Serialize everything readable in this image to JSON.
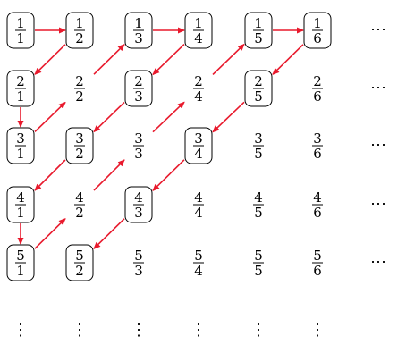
{
  "diagram": {
    "rows": 5,
    "cols": 6,
    "cells": [
      {
        "num": "1",
        "den": "1",
        "boxed": true
      },
      {
        "num": "1",
        "den": "2",
        "boxed": true
      },
      {
        "num": "1",
        "den": "3",
        "boxed": true
      },
      {
        "num": "1",
        "den": "4",
        "boxed": true
      },
      {
        "num": "1",
        "den": "5",
        "boxed": true
      },
      {
        "num": "1",
        "den": "6",
        "boxed": true
      },
      {
        "num": "2",
        "den": "1",
        "boxed": true
      },
      {
        "num": "2",
        "den": "2",
        "boxed": false
      },
      {
        "num": "2",
        "den": "3",
        "boxed": true
      },
      {
        "num": "2",
        "den": "4",
        "boxed": false
      },
      {
        "num": "2",
        "den": "5",
        "boxed": true
      },
      {
        "num": "2",
        "den": "6",
        "boxed": false
      },
      {
        "num": "3",
        "den": "1",
        "boxed": true
      },
      {
        "num": "3",
        "den": "2",
        "boxed": true
      },
      {
        "num": "3",
        "den": "3",
        "boxed": false
      },
      {
        "num": "3",
        "den": "4",
        "boxed": true
      },
      {
        "num": "3",
        "den": "5",
        "boxed": false
      },
      {
        "num": "3",
        "den": "6",
        "boxed": false
      },
      {
        "num": "4",
        "den": "1",
        "boxed": true
      },
      {
        "num": "4",
        "den": "2",
        "boxed": false
      },
      {
        "num": "4",
        "den": "3",
        "boxed": true
      },
      {
        "num": "4",
        "den": "4",
        "boxed": false
      },
      {
        "num": "4",
        "den": "5",
        "boxed": false
      },
      {
        "num": "4",
        "den": "6",
        "boxed": false
      },
      {
        "num": "5",
        "den": "1",
        "boxed": true
      },
      {
        "num": "5",
        "den": "2",
        "boxed": true
      },
      {
        "num": "5",
        "den": "3",
        "boxed": false
      },
      {
        "num": "5",
        "den": "4",
        "boxed": false
      },
      {
        "num": "5",
        "den": "5",
        "boxed": false
      },
      {
        "num": "5",
        "den": "6",
        "boxed": false
      }
    ],
    "row_ellipsis": "⋯",
    "col_ellipsis": "⋮",
    "path": [
      [
        1,
        1
      ],
      [
        1,
        2
      ],
      [
        2,
        1
      ],
      [
        3,
        1
      ],
      [
        2,
        2
      ],
      [
        1,
        3
      ],
      [
        1,
        4
      ],
      [
        2,
        3
      ],
      [
        3,
        2
      ],
      [
        4,
        1
      ],
      [
        5,
        1
      ],
      [
        4,
        2
      ],
      [
        3,
        3
      ],
      [
        2,
        4
      ],
      [
        1,
        5
      ],
      [
        1,
        6
      ],
      [
        2,
        5
      ],
      [
        3,
        4
      ],
      [
        4,
        3
      ],
      [
        5,
        2
      ]
    ],
    "arrow_color": "#e8192c",
    "box_color": "#000000",
    "text_color": "#000000"
  }
}
